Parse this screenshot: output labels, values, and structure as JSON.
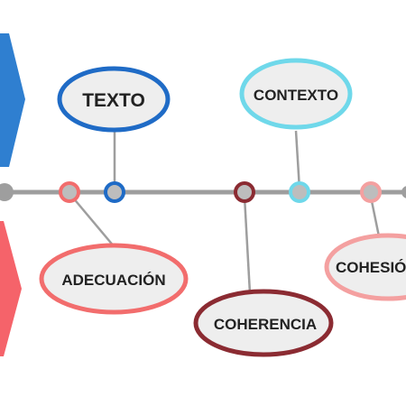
{
  "colors": {
    "timeline": "#9e9e9e",
    "node_fill": "#bdbdbd",
    "bubble_fill": "#eeeeee",
    "text": "#222222",
    "blue": "#1f6bc6",
    "cyan": "#6fd8ea",
    "coral": "#f26d6d",
    "maroon": "#8b2b32",
    "salmon": "#f4a0a0",
    "arrow_blue": "#2f7fd0",
    "arrow_red": "#f5636a"
  },
  "concepts": [
    {
      "id": "texto",
      "label": "TEXTO",
      "color": "blue"
    },
    {
      "id": "contexto",
      "label": "CONTEXTO",
      "color": "cyan"
    },
    {
      "id": "adecuacion",
      "label": "ADECUACIÓN",
      "color": "coral"
    },
    {
      "id": "coherencia",
      "label": "COHERENCIA",
      "color": "maroon"
    },
    {
      "id": "cohesion",
      "label": "COHESIÓ",
      "color": "salmon"
    }
  ]
}
